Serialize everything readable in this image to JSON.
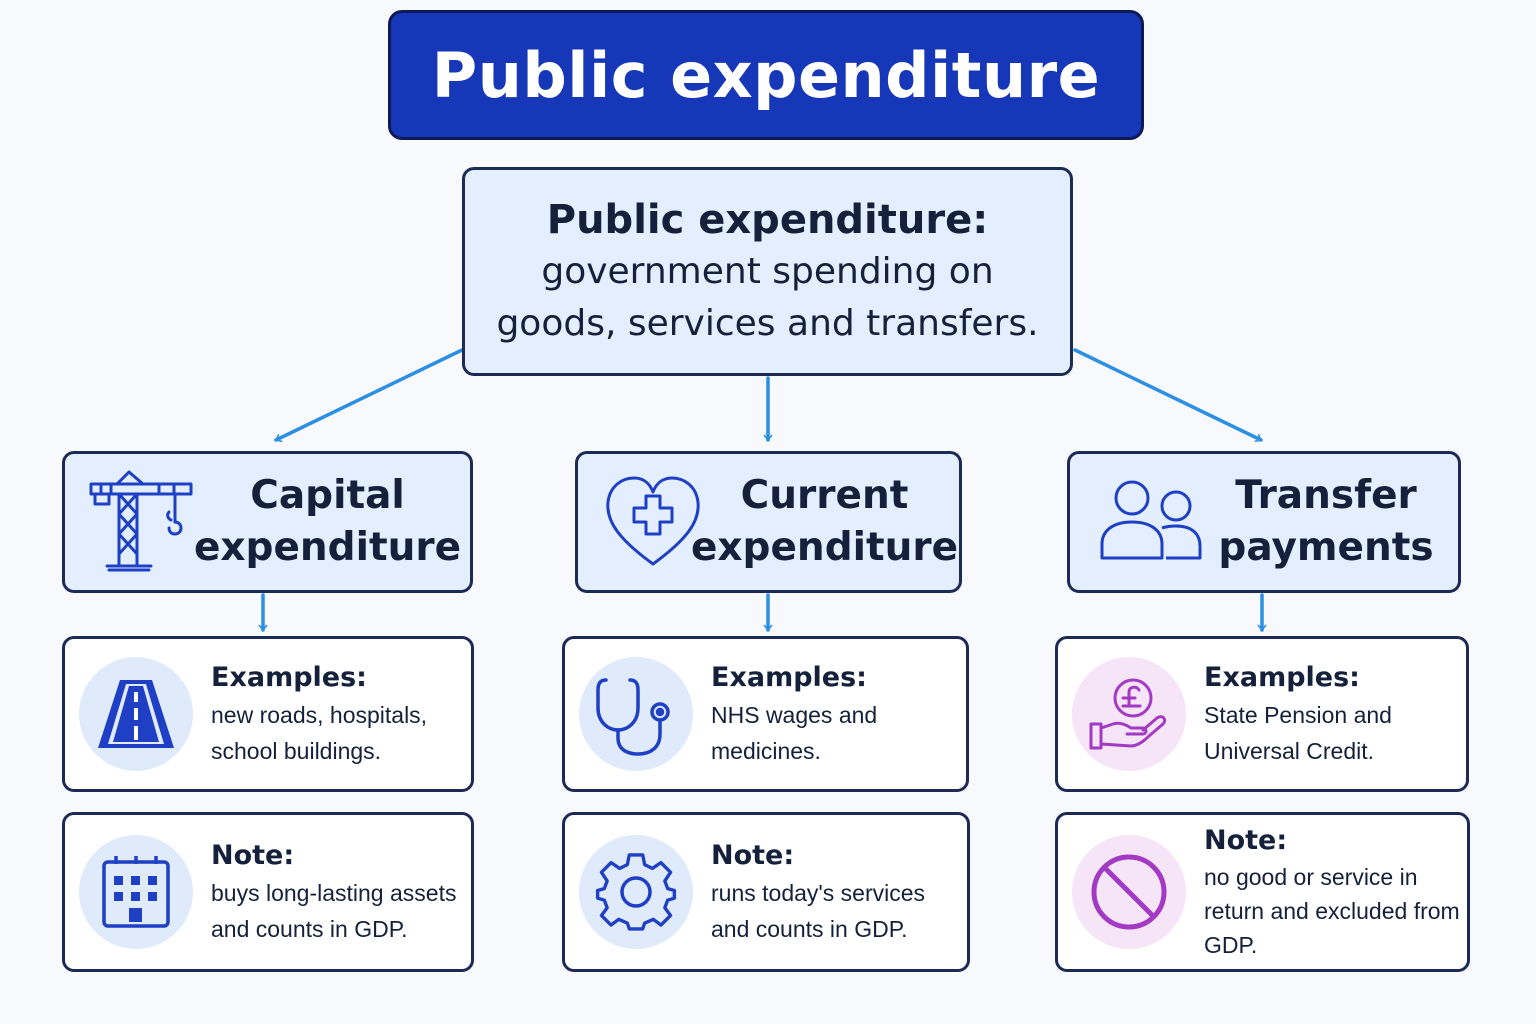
{
  "title": "Public expenditure",
  "definition": {
    "term": "Public expenditure:",
    "text": "government spending on goods, services and transfers."
  },
  "categories": [
    {
      "name": "Capital expenditure",
      "icon": "crane-icon",
      "examples": {
        "label": "Examples:",
        "text": "new roads, hospitals, school buildings.",
        "icon": "road-icon"
      },
      "note": {
        "label": "Note:",
        "text": "buys long-lasting assets and counts in GDP.",
        "icon": "building-icon"
      }
    },
    {
      "name": "Current expenditure",
      "icon": "heart-cross-icon",
      "examples": {
        "label": "Examples:",
        "text": "NHS wages and medicines.",
        "icon": "stethoscope-icon"
      },
      "note": {
        "label": "Note:",
        "text": "runs today's services and counts in GDP.",
        "icon": "gear-icon"
      }
    },
    {
      "name": "Transfer payments",
      "icon": "people-icon",
      "examples": {
        "label": "Examples:",
        "text": "State Pension and Universal Credit.",
        "icon": "pound-hand-icon"
      },
      "note": {
        "label": "Note:",
        "text": "no good or service in return and excluded from GDP.",
        "icon": "no-symbol-icon"
      }
    }
  ],
  "colors": {
    "title_background": "#1537b8",
    "box_background": "#e3efff",
    "border": "#1c2a55",
    "arrow": "#2b8fe3",
    "icon_blue": "#1f3fc4",
    "icon_purple": "#a23ac4"
  }
}
